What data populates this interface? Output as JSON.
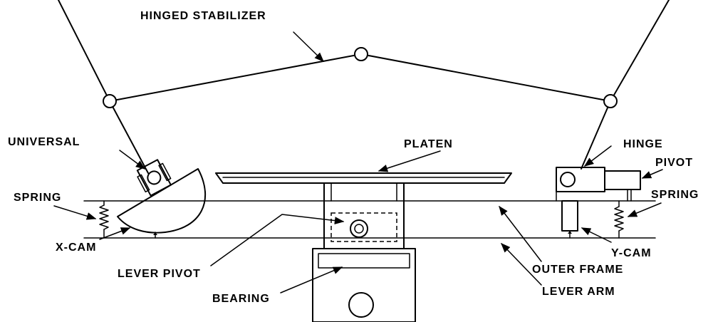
{
  "labels": {
    "hinged_stabilizer": "HINGED STABILIZER",
    "universal": "UNIVERSAL",
    "platen": "PLATEN",
    "hinge": "HINGE",
    "pivot": "PIVOT",
    "spring_left": "SPRING",
    "spring_right": "SPRING",
    "x_cam": "X-CAM",
    "y_cam": "Y-CAM",
    "lever_pivot": "LEVER PIVOT",
    "outer_frame": "OUTER FRAME",
    "bearing": "BEARING",
    "lever_arm": "LEVER ARM"
  }
}
